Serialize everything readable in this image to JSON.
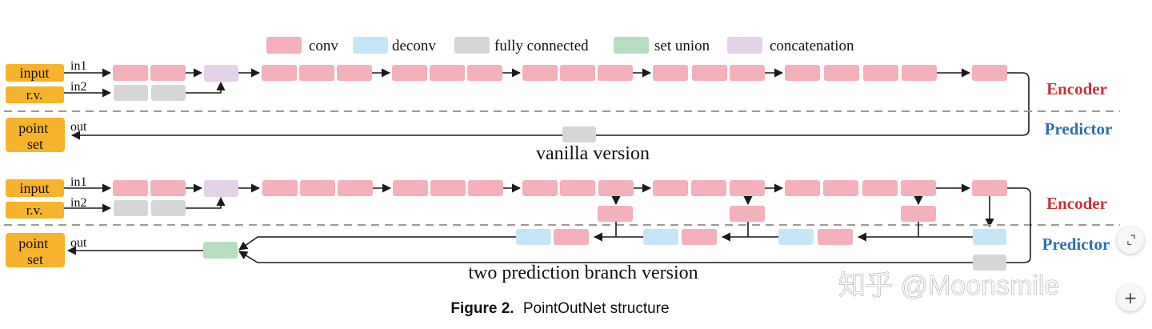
{
  "legend": {
    "items": [
      {
        "label": "conv",
        "color": "#f4b0bb"
      },
      {
        "label": "deconv",
        "color": "#c5e6f7"
      },
      {
        "label": "fully connected",
        "color": "#d6d6d6"
      },
      {
        "label": "set union",
        "color": "#b7ddc0"
      },
      {
        "label": "concatenation",
        "color": "#e3d2e8"
      }
    ]
  },
  "diagram1": {
    "input_label": "input",
    "rv_label": "r.v.",
    "in1_label": "in1",
    "in2_label": "in2",
    "output_label": "point set",
    "out_label": "out",
    "encoder_label": "Encoder",
    "predictor_label": "Predictor",
    "caption": "vanilla version"
  },
  "diagram2": {
    "input_label": "input",
    "rv_label": "r.v.",
    "in1_label": "in1",
    "in2_label": "in2",
    "output_label": "point set",
    "out_label": "out",
    "encoder_label": "Encoder",
    "predictor_label": "Predictor",
    "caption": "two prediction branch version"
  },
  "figure_caption": {
    "label": "Figure 2.",
    "text": "PointOutNet structure"
  },
  "watermark": "知乎 @Moonsmile",
  "colors": {
    "io_box": "#f7b32b",
    "encoder_text": "#c8323a",
    "predictor_text": "#2e6fb0",
    "line": "#1a1a1a",
    "dashed": "#9a9a9a"
  },
  "controls": {
    "collapse_icon": "collapse-icon",
    "plus_icon": "plus-icon"
  }
}
